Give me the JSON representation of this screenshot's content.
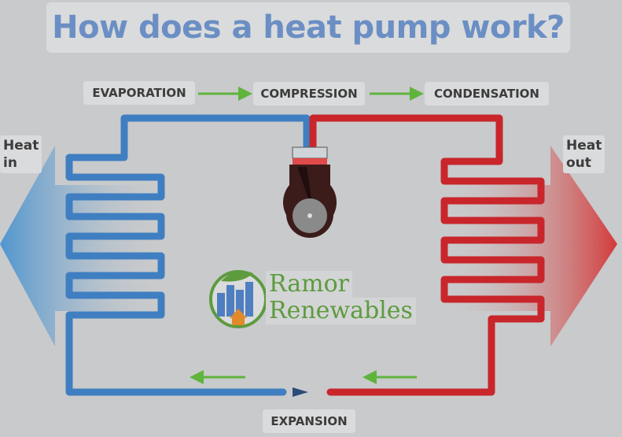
{
  "title": "How does a heat pump work?",
  "stages": {
    "evaporation": "EVAPORATION",
    "compression": "COMPRESSION",
    "condensation": "CONDENSATION",
    "expansion": "EXPANSION"
  },
  "heat_in": {
    "line1": "Heat",
    "line2": "in"
  },
  "heat_out": {
    "line1": "Heat",
    "line2": "out"
  },
  "brand": {
    "line1": "Ramor",
    "line2": "Renewables"
  },
  "colors": {
    "cold_pipe": "#3f7fc1",
    "hot_pipe": "#c8262b",
    "flow_arrow": "#5fb43c",
    "title": "#6b8fc4",
    "brand": "#5d9b3e"
  },
  "icons": [
    "flow-arrow-icon",
    "compressor-icon",
    "ramor-logo-icon"
  ]
}
